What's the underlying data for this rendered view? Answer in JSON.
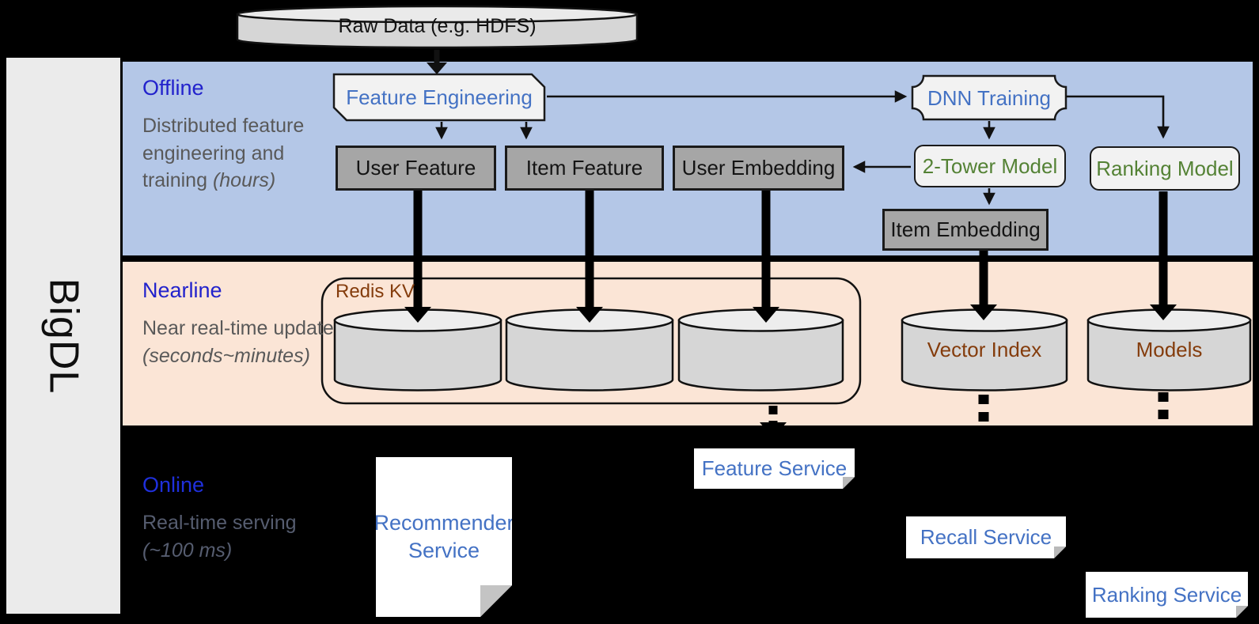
{
  "brand": "BigDL",
  "raw_data_label": "Raw Data (e.g. HDFS)",
  "sections": {
    "offline": {
      "title": "Offline",
      "desc": "Distributed feature engineering and training ",
      "desc_note": "(hours)"
    },
    "nearline": {
      "title": "Nearline",
      "desc": "Near real-time update ",
      "desc_note": "(seconds~minutes)"
    },
    "online": {
      "title": "Online",
      "desc": "Real-time serving ",
      "desc_note": "(~100 ms)"
    }
  },
  "nodes": {
    "feature_engineering": "Feature Engineering",
    "user_feature": "User Feature",
    "item_feature": "Item Feature",
    "user_embedding": "User Embedding",
    "dnn_training": "DNN Training",
    "two_tower_model": "2-Tower Model",
    "ranking_model": "Ranking Model",
    "item_embedding": "Item Embedding",
    "redis_kv": "Redis KV",
    "vector_index": "Vector Index",
    "models": "Models",
    "recommender_service": "Recommender Service",
    "feature_service": "Feature Service",
    "recall_service": "Recall Service",
    "ranking_service": "Ranking Service"
  },
  "colors": {
    "background": "#000000",
    "sidebar": "#EBEBEB",
    "offline_band": "#B4C7E7",
    "nearline_band": "#FBE5D6",
    "gray_node": "#A6A6A6",
    "light_node": "#F2F2F2",
    "cylinder_body": "#D6D6D6",
    "blue_text": "#4472C4",
    "green_text": "#548235",
    "brown_text": "#843C0C",
    "section_title_blue": "#2222CC"
  }
}
